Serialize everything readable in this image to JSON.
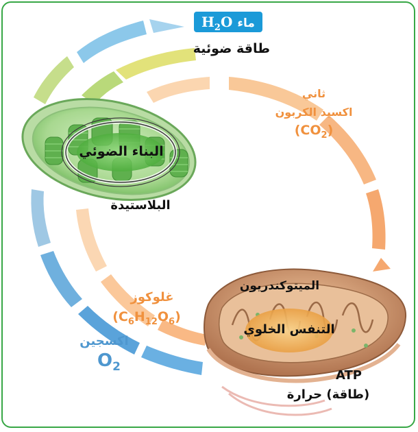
{
  "water": {
    "label": "ماء",
    "formula_main": "H",
    "formula_sub": "2",
    "formula_end": "O"
  },
  "light_energy": "طاقة ضوئية",
  "carbon_dioxide": {
    "line1": "ثاني",
    "line2": "اكسيد الكربون",
    "formula_open": "(CO",
    "formula_sub": "2",
    "formula_close": ")"
  },
  "photosynthesis": "البناء الضوئي",
  "plastid": "البلاستيدة",
  "mitochondrion": "الميتوكندريون",
  "respiration": "التنفس الخلوي",
  "glucose": {
    "label": "غلوكوز",
    "formula_open": "(C",
    "c_sub": "6",
    "h": "H",
    "h_sub": "12",
    "o": "O",
    "o_sub": "6",
    "formula_close": ")"
  },
  "oxygen": {
    "label": "اكسجين",
    "formula_main": "O",
    "formula_sub": "2"
  },
  "products": {
    "atp": "ATP",
    "energy_heat": "(طاقة) حرارة"
  },
  "colors": {
    "frame": "#37a745",
    "water_box": "#1b9ad8",
    "co2_text": "#f0913e",
    "o2_text": "#4e97cf",
    "chloroplast": "#7cc576",
    "mitochondrion": "#d9a37a"
  }
}
